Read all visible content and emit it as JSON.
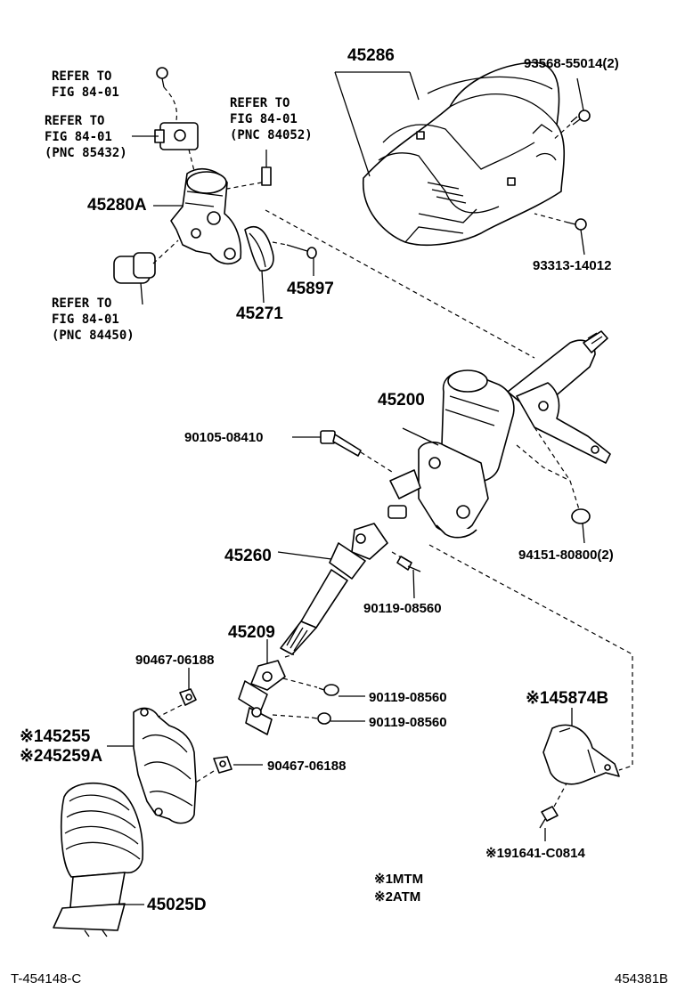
{
  "refs": {
    "r1": [
      "REFER TO",
      "FIG 84-01"
    ],
    "r2": [
      "REFER TO",
      "FIG 84-01",
      "(PNC 85432)"
    ],
    "r3": [
      "REFER TO",
      "FIG 84-01",
      "(PNC 84052)"
    ],
    "r4": [
      "REFER TO",
      "FIG 84-01",
      "(PNC 84450)"
    ]
  },
  "parts": {
    "p45286": "45286",
    "p93568": "93568-55014(2)",
    "p93313": "93313-14012",
    "p45280A": "45280A",
    "p45897": "45897",
    "p45271": "45271",
    "p45200": "45200",
    "p90105": "90105-08410",
    "p94151": "94151-80800(2)",
    "p45260": "45260",
    "p90119a": "90119-08560",
    "p45209": "45209",
    "p90467a": "90467-06188",
    "p90119b": "90119-08560",
    "p90119c": "90119-08560",
    "p45874B": "※145874B",
    "p45255": "※145255",
    "p45259A": "※245259A",
    "p90467b": "90467-06188",
    "p91641": "※191641-C0814",
    "p45025D": "45025D"
  },
  "legend": {
    "l1": "※1MTM",
    "l2": "※2ATM"
  },
  "footer": {
    "left": "T-454148-C",
    "right": "454381B"
  }
}
